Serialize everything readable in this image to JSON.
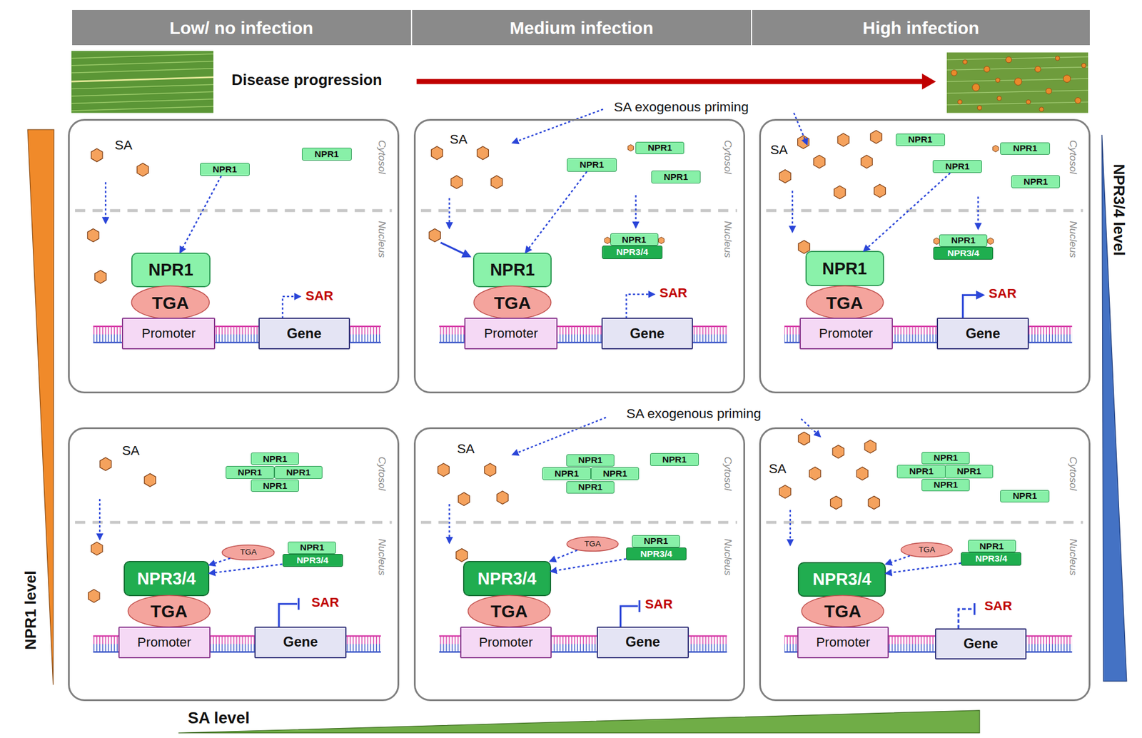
{
  "diagram": {
    "nodes": [
      {
        "text": [
          "Low/ no infection"
        ]
      },
      {
        "text": [
          "Medium infection"
        ]
      },
      {
        "text": [
          "High infection"
        ]
      },
      {
        "text": [
          "SA",
          "Cytosol",
          "Nucleus",
          "SAR"
        ]
      },
      {
        "text": [
          "NPR1"
        ],
        "in": 3
      },
      {
        "text": [
          "NPR1"
        ],
        "in": 3
      },
      {
        "text": [
          "NPR1"
        ],
        "in": 3
      },
      {
        "text": [
          "TGA"
        ],
        "in": 3
      },
      {
        "text": [
          "Promoter"
        ],
        "in": 3
      },
      {
        "text": [
          "Gene"
        ],
        "in": 3
      },
      {
        "text": [
          "SA",
          "Cytosol",
          "Nucleus",
          "SAR"
        ]
      },
      {
        "text": [
          "NPR1"
        ],
        "in": 10
      },
      {
        "text": [
          "NPR1"
        ],
        "in": 10
      },
      {
        "text": [
          "NPR1"
        ],
        "in": 10
      },
      {
        "text": [
          "NPR1"
        ],
        "in": 10
      },
      {
        "text": [
          "NPR3/4"
        ],
        "in": 10
      },
      {
        "text": [
          "NPR1"
        ],
        "in": 10
      },
      {
        "text": [
          "TGA"
        ],
        "in": 10
      },
      {
        "text": [
          "Promoter"
        ],
        "in": 10
      },
      {
        "text": [
          "Gene"
        ],
        "in": 10
      },
      {
        "text": [
          "SA",
          "Cytosol",
          "Nucleus",
          "SAR"
        ]
      },
      {
        "text": [
          "NPR1"
        ],
        "in": 20
      },
      {
        "text": [
          "NPR1"
        ],
        "in": 20
      },
      {
        "text": [
          "NPR1"
        ],
        "in": 20
      },
      {
        "text": [
          "NPR1"
        ],
        "in": 20
      },
      {
        "text": [
          "NPR1"
        ],
        "in": 20
      },
      {
        "text": [
          "NPR3/4"
        ],
        "in": 20
      },
      {
        "text": [
          "NPR1"
        ],
        "in": 20
      },
      {
        "text": [
          "TGA"
        ],
        "in": 20
      },
      {
        "text": [
          "Promoter"
        ],
        "in": 20
      },
      {
        "text": [
          "Gene"
        ],
        "in": 20
      },
      {
        "text": [
          "SA",
          "Cytosol",
          "Nucleus",
          "SAR"
        ]
      },
      {
        "text": [
          "NPR1"
        ],
        "in": 31
      },
      {
        "text": [
          "NPR1"
        ],
        "in": 31
      },
      {
        "text": [
          "NPR1"
        ],
        "in": 31
      },
      {
        "text": [
          "NPR1"
        ],
        "in": 31
      },
      {
        "text": [
          "TGA"
        ],
        "in": 31
      },
      {
        "text": [
          "NPR1"
        ],
        "in": 31
      },
      {
        "text": [
          "NPR3/4"
        ],
        "in": 31
      },
      {
        "text": [
          "NPR3/4"
        ],
        "in": 31
      },
      {
        "text": [
          "TGA"
        ],
        "in": 31
      },
      {
        "text": [
          "Promoter"
        ],
        "in": 31
      },
      {
        "text": [
          "Gene"
        ],
        "in": 31
      },
      {
        "text": [
          "SA",
          "Cytosol",
          "Nucleus",
          "SAR"
        ]
      },
      {
        "text": [
          "NPR1"
        ],
        "in": 43
      },
      {
        "text": [
          "NPR1"
        ],
        "in": 43
      },
      {
        "text": [
          "NPR1"
        ],
        "in": 43
      },
      {
        "text": [
          "NPR1"
        ],
        "in": 43
      },
      {
        "text": [
          "NPR1"
        ],
        "in": 43
      },
      {
        "text": [
          "TGA"
        ],
        "in": 43
      },
      {
        "text": [
          "NPR1"
        ],
        "in": 43
      },
      {
        "text": [
          "NPR3/4"
        ],
        "in": 43
      },
      {
        "text": [
          "NPR3/4"
        ],
        "in": 43
      },
      {
        "text": [
          "TGA"
        ],
        "in": 43
      },
      {
        "text": [
          "Promoter"
        ],
        "in": 43
      },
      {
        "text": [
          "Gene"
        ],
        "in": 43
      },
      {
        "text": [
          "SA",
          "Cytosol",
          "Nucleus",
          "SAR"
        ]
      },
      {
        "text": [
          "NPR1"
        ],
        "in": 56
      },
      {
        "text": [
          "NPR1"
        ],
        "in": 56
      },
      {
        "text": [
          "NPR1"
        ],
        "in": 56
      },
      {
        "text": [
          "NPR1"
        ],
        "in": 56
      },
      {
        "text": [
          "NPR1"
        ],
        "in": 56
      },
      {
        "text": [
          "TGA"
        ],
        "in": 56
      },
      {
        "text": [
          "NPR1"
        ],
        "in": 56
      },
      {
        "text": [
          "NPR3/4"
        ],
        "in": 56
      },
      {
        "text": [
          "NPR3/4"
        ],
        "in": 56
      },
      {
        "text": [
          "TGA"
        ],
        "in": 56
      },
      {
        "text": [
          "Promoter"
        ],
        "in": 56
      },
      {
        "text": [
          "Gene"
        ],
        "in": 56
      }
    ],
    "edges": [
      {
        "from": 4,
        "to": 6,
        "arrow": "to"
      },
      {
        "from": 12,
        "to": 16,
        "arrow": "to"
      },
      {
        "from": 23,
        "to": 27,
        "arrow": "to"
      },
      {
        "from": 36,
        "to": 39,
        "arrow": "to"
      },
      {
        "from": 38,
        "to": 39,
        "arrow": "to"
      },
      {
        "from": 49,
        "to": 52,
        "arrow": "to"
      },
      {
        "from": 51,
        "to": 52,
        "arrow": "to"
      },
      {
        "from": 62,
        "to": 65,
        "arrow": "to"
      },
      {
        "from": 64,
        "to": 65,
        "arrow": "to"
      }
    ],
    "labels": [
      "Disease progression",
      "SA exogenous priming",
      "SA exogenous priming",
      "NPR1 level",
      "NPR3/4 level",
      "SA level"
    ]
  }
}
